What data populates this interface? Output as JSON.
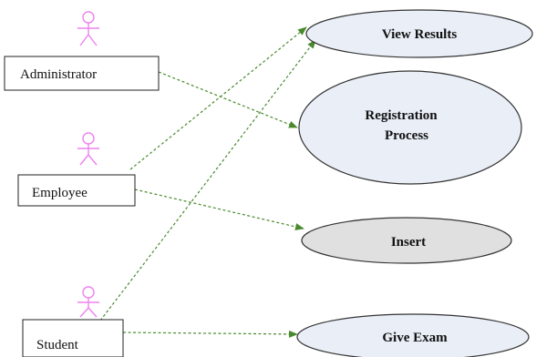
{
  "actors": [
    {
      "id": "administrator",
      "label": "Administrator"
    },
    {
      "id": "employee",
      "label": "Employee"
    },
    {
      "id": "student",
      "label": "Student"
    }
  ],
  "use_cases": [
    {
      "id": "view-results",
      "lines": [
        "View Results"
      ]
    },
    {
      "id": "registration-process",
      "lines": [
        "Registration",
        "Process"
      ]
    },
    {
      "id": "insert",
      "lines": [
        "Insert"
      ]
    },
    {
      "id": "give-exam",
      "lines": [
        "Give Exam"
      ]
    }
  ],
  "associations": [
    {
      "from": "administrator",
      "to": "registration-process"
    },
    {
      "from": "employee",
      "to": "view-results"
    },
    {
      "from": "employee",
      "to": "insert"
    },
    {
      "from": "student",
      "to": "view-results"
    },
    {
      "from": "student",
      "to": "give-exam"
    }
  ],
  "colors": {
    "stick_figure": "#ee82ee",
    "association_line": "#4a8a2e",
    "use_case_fill_light": "#e9eef7",
    "use_case_fill_gray": "#e0e0e0",
    "text": "#111111"
  }
}
